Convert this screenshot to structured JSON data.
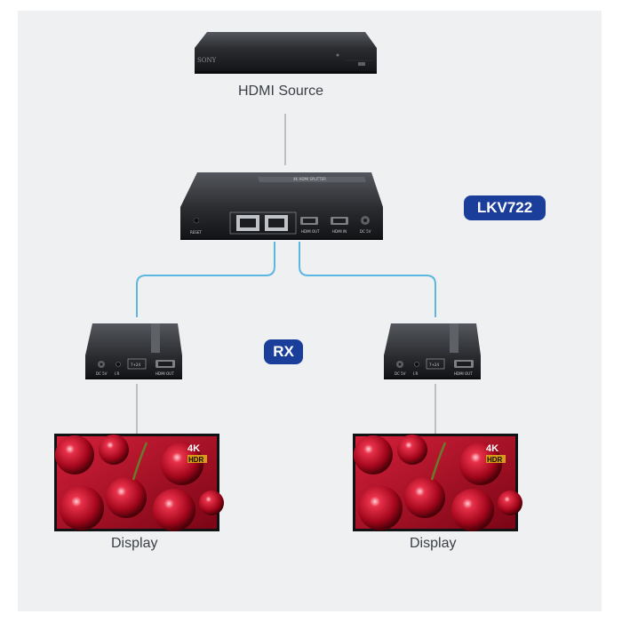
{
  "source": {
    "label": "HDMI Source",
    "brand": "SONY"
  },
  "splitter": {
    "model_badge": "LKV722",
    "title": "4K HDMI SPLITTER",
    "ports": [
      "RESET",
      "HDMI OUT",
      "HDMI IN",
      "DC 5V"
    ]
  },
  "receiver": {
    "badge": "RX",
    "ports": [
      "DC 5V",
      "I.R",
      "HDMI OUT"
    ],
    "button": "7+24"
  },
  "displays": [
    {
      "label": "Display",
      "overlay_top": "4K",
      "overlay_bottom": "HDR"
    },
    {
      "label": "Display",
      "overlay_top": "4K",
      "overlay_bottom": "HDR"
    }
  ],
  "colors": {
    "badge": "#1a3e9a",
    "wire_blue": "#5cb6e0",
    "wire_gray": "#a8abb0",
    "background": "#eff0f2"
  }
}
